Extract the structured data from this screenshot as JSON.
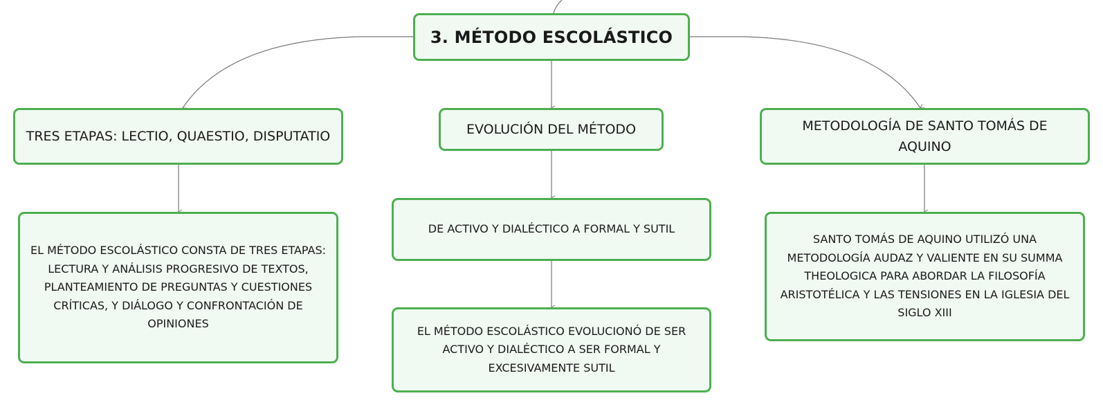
{
  "colors": {
    "node_border": "#4caf50",
    "node_fill": "#f1f9f3",
    "connector": "#777777",
    "text": "#1a1a1a"
  },
  "root": {
    "label": "3. MÉTODO ESCOLÁSTICO"
  },
  "branches": {
    "etapas": {
      "label": "TRES ETAPAS: LECTIO, QUAESTIO, DISPUTATIO",
      "detail": "EL MÉTODO ESCOLÁSTICO CONSTA DE TRES ETAPAS: LECTURA Y ANÁLISIS PROGRESIVO DE TEXTOS, PLANTEAMIENTO DE PREGUNTAS Y CUESTIONES CRÍTICAS, Y DIÁLOGO Y CONFRONTACIÓN DE OPINIONES"
    },
    "evolucion": {
      "label": "EVOLUCIÓN DEL MÉTODO",
      "subtitle": "DE ACTIVO Y DIALÉCTICO A FORMAL Y SUTIL",
      "detail": "EL MÉTODO ESCOLÁSTICO EVOLUCIONÓ DE SER ACTIVO Y DIALÉCTICO A SER FORMAL Y EXCESIVAMENTE SUTIL"
    },
    "metodologia": {
      "label": "METODOLOGÍA DE SANTO TOMÁS DE AQUINO",
      "detail": "SANTO TOMÁS DE AQUINO UTILIZÓ UNA METODOLOGÍA AUDAZ Y VALIENTE EN SU SUMMA THEOLOGICA PARA ABORDAR LA FILOSOFÍA ARISTOTÉLICA Y LAS TENSIONES EN LA IGLESIA DEL SIGLO XIII"
    }
  }
}
